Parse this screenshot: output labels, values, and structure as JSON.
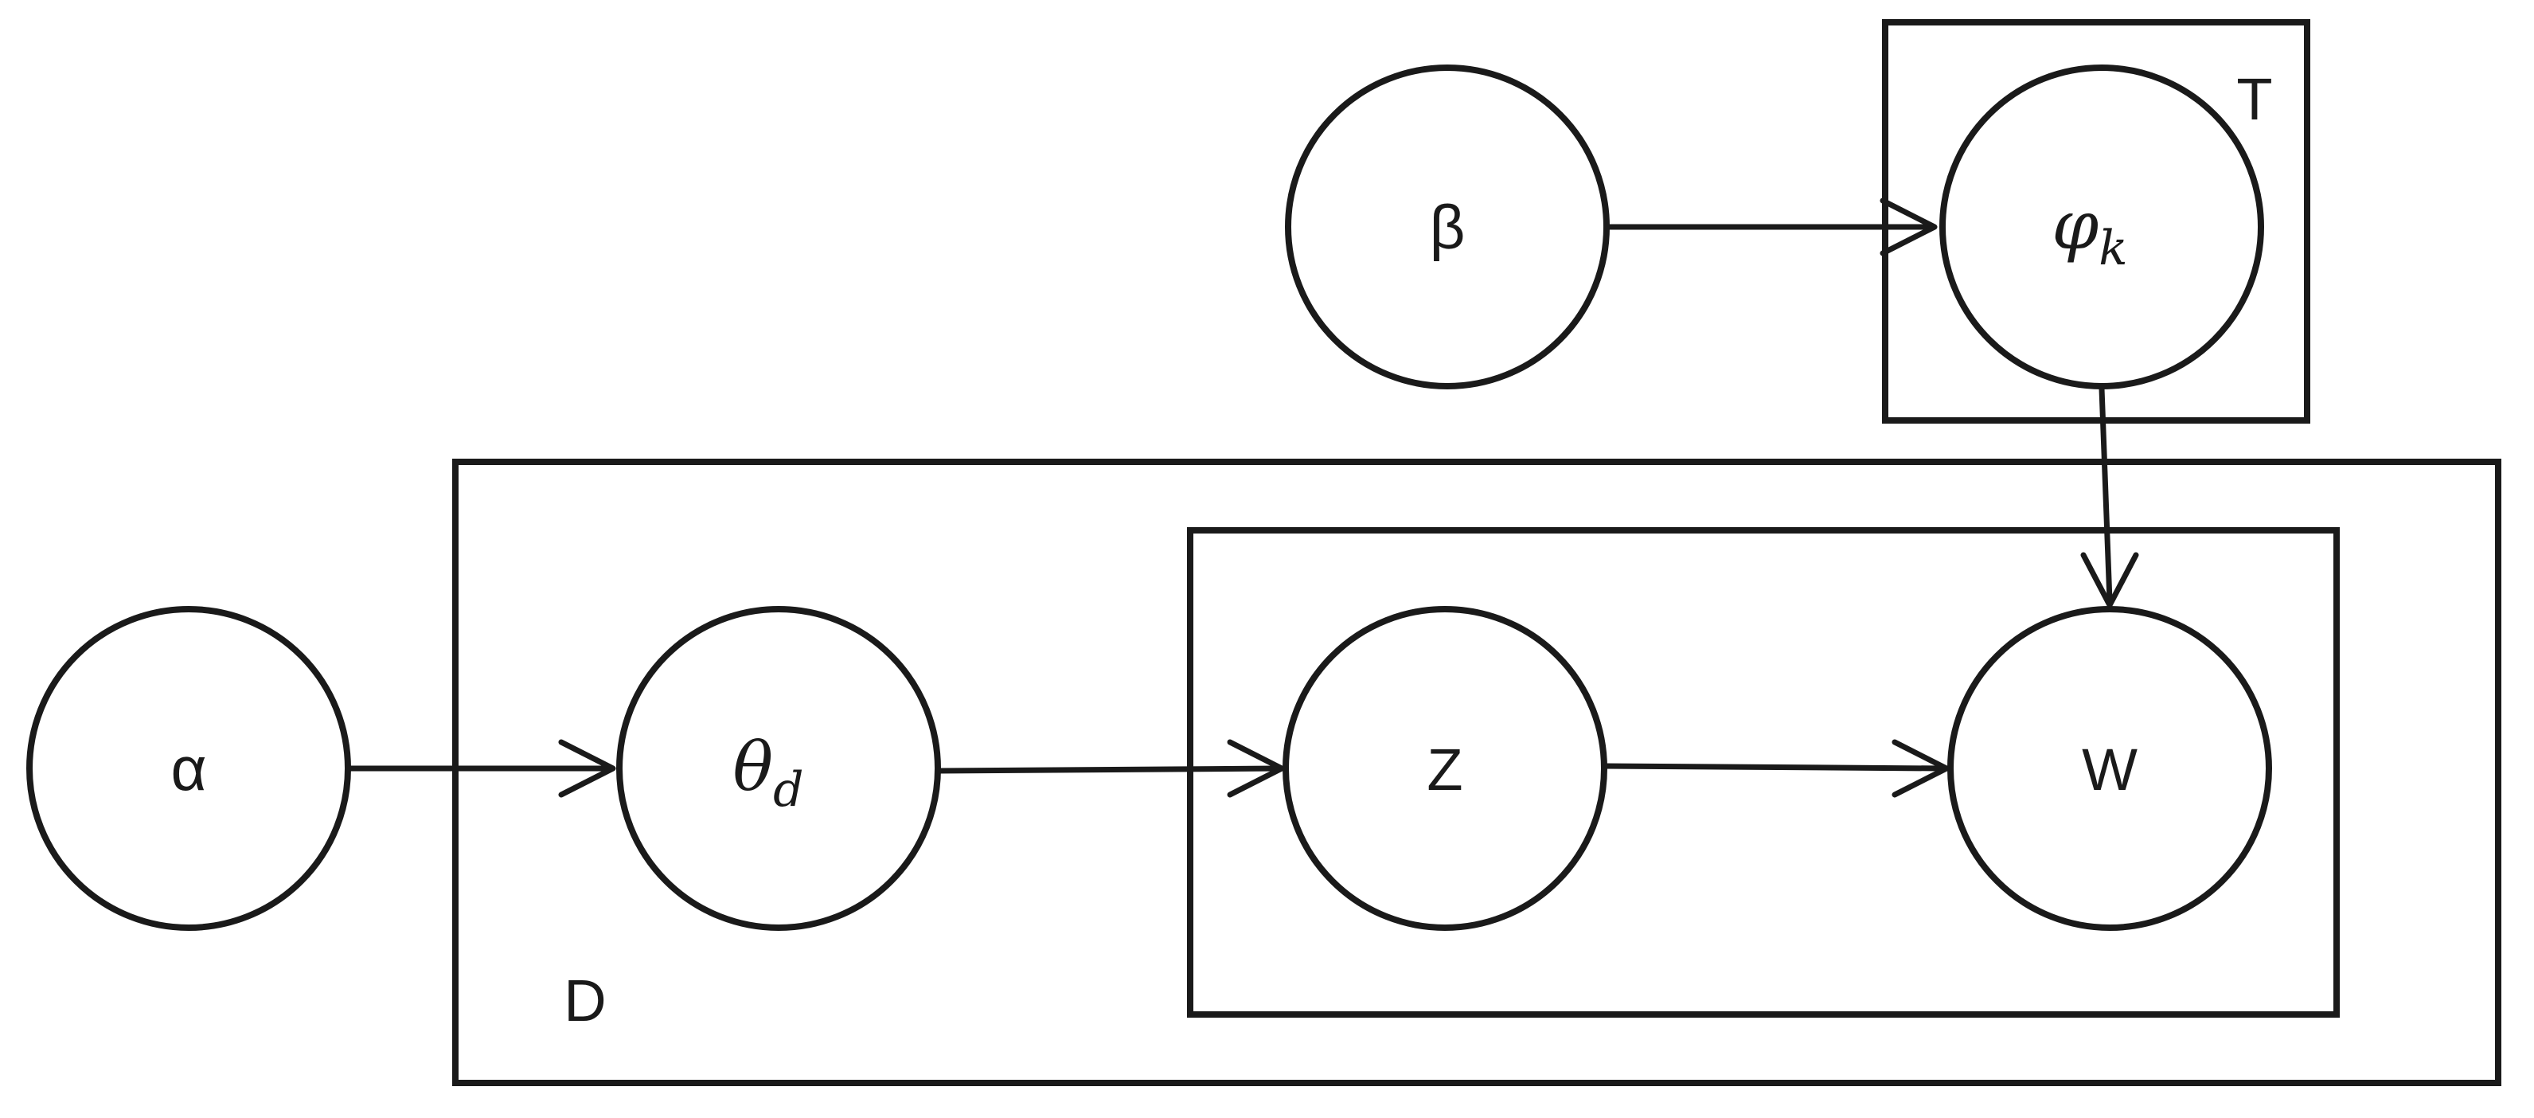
{
  "plates": [
    {
      "id": "topics",
      "label": "T"
    },
    {
      "id": "documents",
      "label": "D"
    },
    {
      "id": "words",
      "label": ""
    }
  ],
  "nodes": [
    {
      "id": "alpha",
      "symbol": "α",
      "subscript": ""
    },
    {
      "id": "beta",
      "symbol": "β",
      "subscript": ""
    },
    {
      "id": "phi",
      "symbol": "φ",
      "subscript": "k"
    },
    {
      "id": "theta",
      "symbol": "θ",
      "subscript": "d"
    },
    {
      "id": "z",
      "symbol": "Z",
      "subscript": ""
    },
    {
      "id": "w",
      "symbol": "W",
      "subscript": ""
    }
  ],
  "edges": [
    {
      "from": "alpha",
      "to": "theta"
    },
    {
      "from": "theta",
      "to": "z"
    },
    {
      "from": "z",
      "to": "w"
    },
    {
      "from": "beta",
      "to": "phi"
    },
    {
      "from": "phi",
      "to": "w"
    }
  ]
}
